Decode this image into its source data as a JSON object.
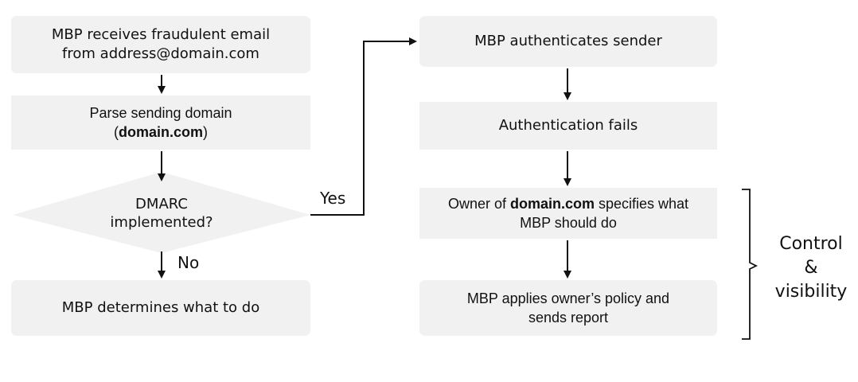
{
  "left_column": {
    "receive": {
      "line1": "MBP receives fraudulent email",
      "line2": "from address@domain.com"
    },
    "parse": {
      "line1": "Parse sending domain",
      "line2_open": "(",
      "line2_bold": "domain.com",
      "line2_close": ")"
    },
    "decision": {
      "line1": "DMARC",
      "line2": "implemented?"
    },
    "no_label": "No",
    "determine": "MBP determines what to do"
  },
  "right_column": {
    "yes_label": "Yes",
    "authenticate": "MBP authenticates sender",
    "fails": "Authentication fails",
    "owner": {
      "prefix": "Owner of ",
      "bold": "domain.com",
      "suffix": " specifies what",
      "line2": "MBP should do"
    },
    "apply": {
      "line1": "MBP applies owner’s policy and",
      "line2": "sends report"
    }
  },
  "bracket_note": {
    "line1": "Control",
    "line2": "&",
    "line3": "visibility"
  },
  "colors": {
    "box_fill": "#f1f1f1",
    "stroke": "#111111"
  }
}
